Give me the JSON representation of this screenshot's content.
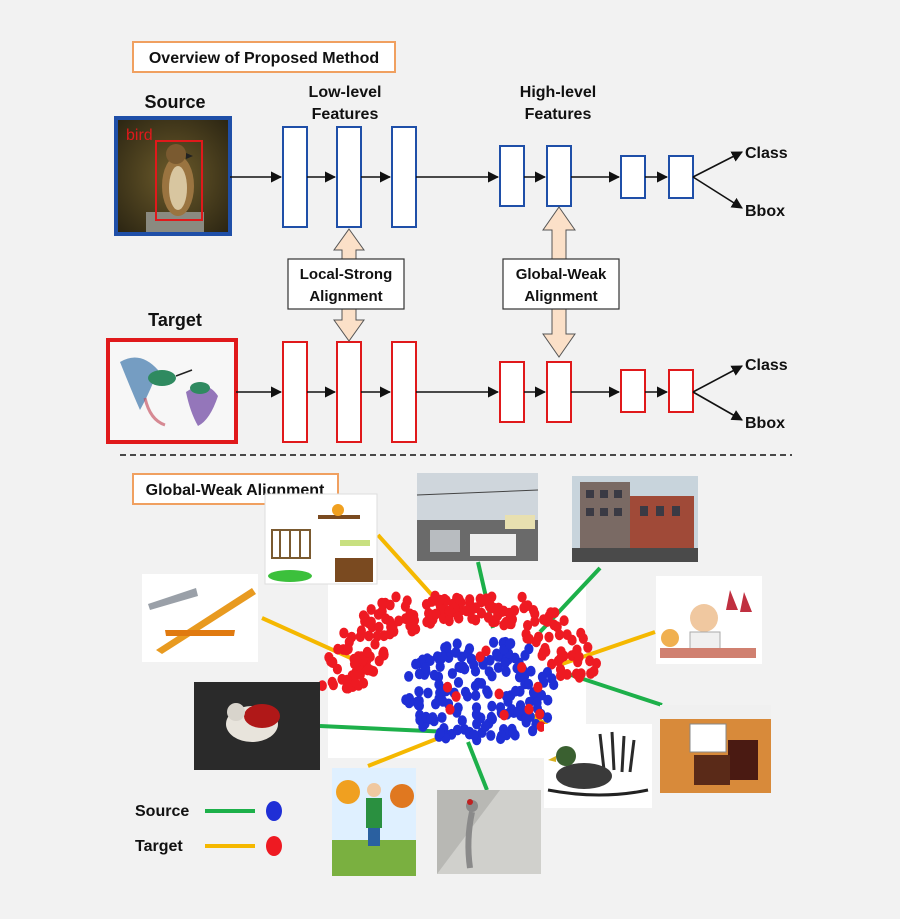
{
  "top": {
    "title": "Overview of Proposed Method",
    "source_label": "Source",
    "target_label": "Target",
    "source_box_label": "bird",
    "low_level_line1": "Low-level",
    "low_level_line2": "Features",
    "high_level_line1": "High-level",
    "high_level_line2": "Features",
    "local_strong_line1": "Local-Strong",
    "local_strong_line2": "Alignment",
    "global_weak_line1": "Global-Weak",
    "global_weak_line2": "Alignment",
    "class_label": "Class",
    "bbox_label": "Bbox"
  },
  "bottom": {
    "title": "Global-Weak Alignment",
    "legend_source": "Source",
    "legend_target": "Target"
  },
  "colors": {
    "source": "#1f4fa8",
    "target": "#e0191b",
    "source_dot": "#1f2fd6",
    "target_dot": "#ee1a22",
    "source_line": "#1db04a",
    "target_line": "#f5b800",
    "title_border": "#f0a060",
    "arrow_fill": "#fbe0c8"
  },
  "icons": [
    "bird-photo",
    "hummingbird-painting",
    "nursery-clipart",
    "street-cars-photo",
    "buildings-photo",
    "glider-clipart",
    "butcher-clipart",
    "cat-photo",
    "dining-room-photo",
    "duck-clipart",
    "gardener-clipart",
    "crane-bird-photo"
  ]
}
